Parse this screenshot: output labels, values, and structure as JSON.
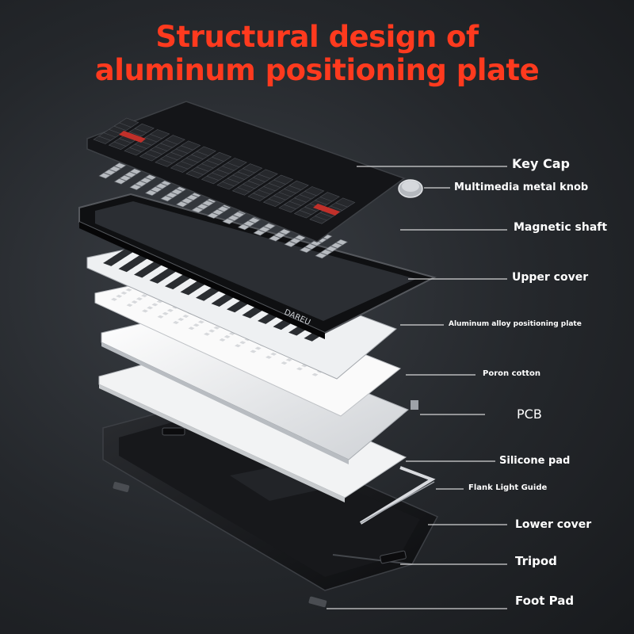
{
  "title": {
    "line1": "Structural design of",
    "line2": "aluminum positioning plate"
  },
  "brand_logo": "DAREU",
  "colors": {
    "title": "#ff3a1e",
    "label": "#ffffff",
    "background": "#202327",
    "accent_keycap": "#c0302a"
  },
  "labels": {
    "key_cap": "Key Cap",
    "knob": "Multimedia metal knob",
    "magnetic_shaft": "Magnetic shaft",
    "upper_cover": "Upper cover",
    "positioning_plate": "Aluminum alloy positioning plate",
    "poron_cotton": "Poron cotton",
    "pcb": "PCB",
    "silicone_pad": "Silicone pad",
    "flank_light_guide": "Flank Light Guide",
    "lower_cover": "Lower cover",
    "tripod": "Tripod",
    "foot_pad": "Foot Pad"
  }
}
